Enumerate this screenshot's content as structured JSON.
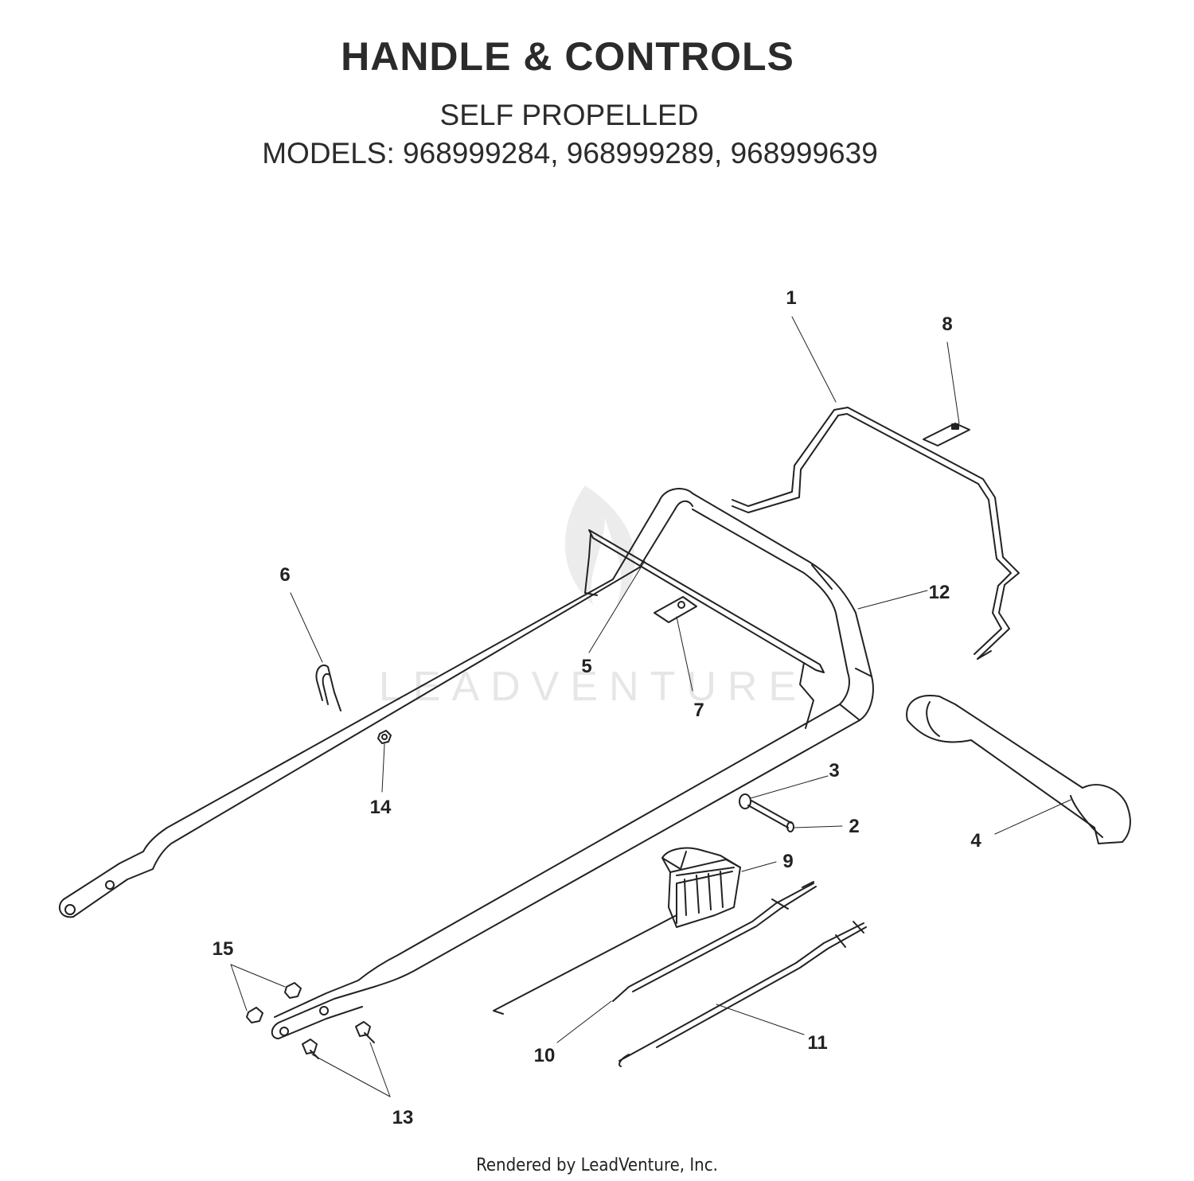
{
  "header": {
    "title": "HANDLE &  CONTROLS",
    "subtitle": "SELF PROPELLED",
    "models": "MODELS: 968999284, 968999289, 968999639"
  },
  "watermark": "LEADVENTURE",
  "callouts": {
    "c1": "1",
    "c2": "2",
    "c3": "3",
    "c4": "4",
    "c5": "5",
    "c6": "6",
    "c7": "7",
    "c8": "8",
    "c9": "9",
    "c10": "10",
    "c11": "11",
    "c12": "12",
    "c13": "13",
    "c14": "14",
    "c15": "15"
  },
  "footer": "Rendered by LeadVenture, Inc."
}
